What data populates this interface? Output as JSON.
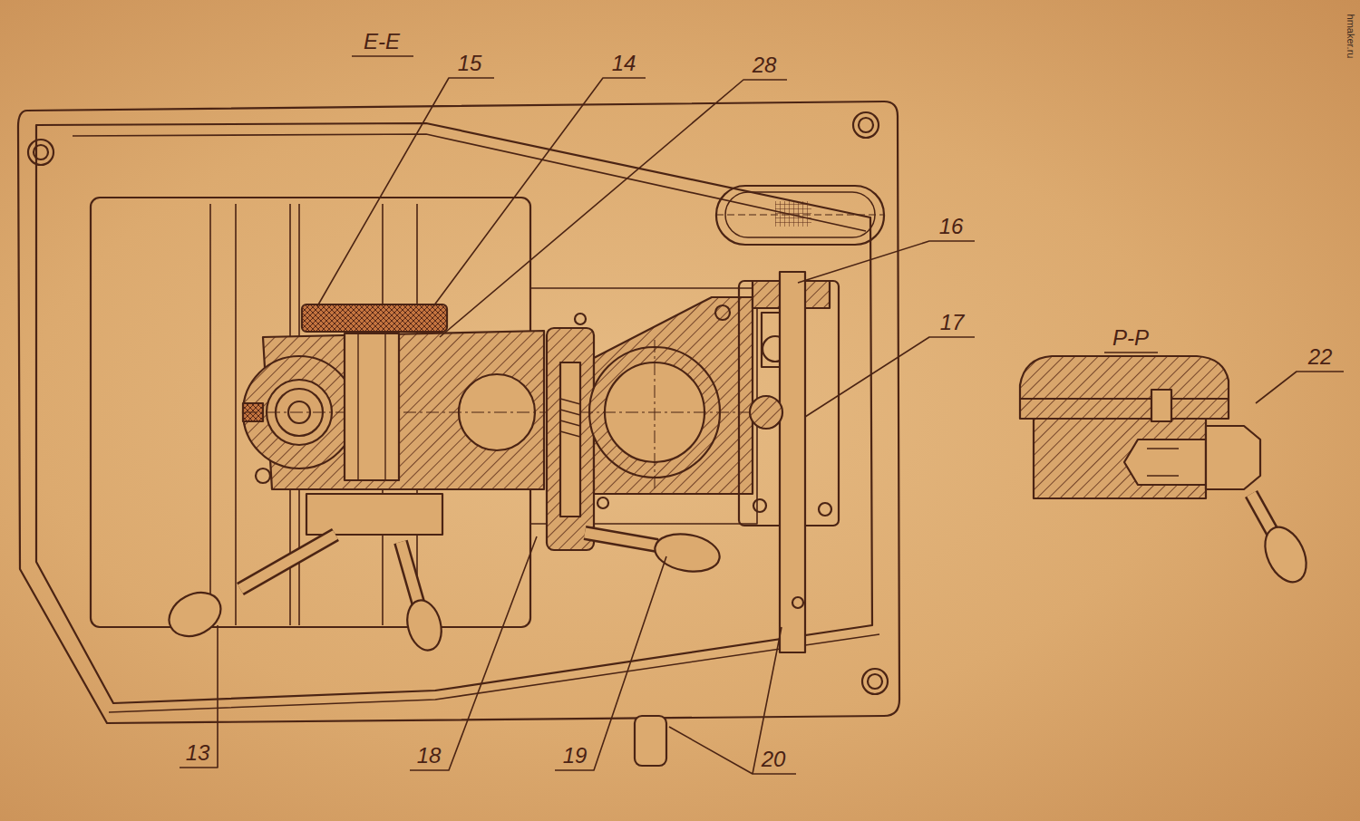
{
  "diagram": {
    "labels": [
      "Е-Е",
      "15",
      "14",
      "28",
      "16",
      "17",
      "Р-Р",
      "22",
      "13",
      "18",
      "19",
      "20",
      "hmaker.ru"
    ]
  }
}
